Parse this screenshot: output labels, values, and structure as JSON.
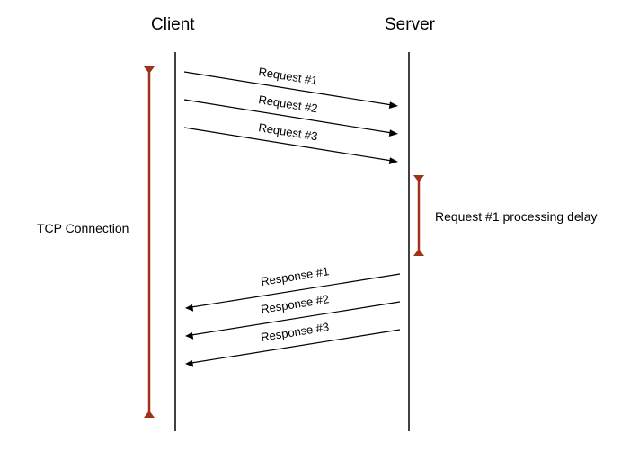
{
  "actors": {
    "client": "Client",
    "server": "Server"
  },
  "labels": {
    "tcp_connection": "TCP Connection",
    "processing_delay": "Request #1 processing delay"
  },
  "requests": [
    "Request #1",
    "Request #2",
    "Request #3"
  ],
  "responses": [
    "Response #1",
    "Response #2",
    "Response #3"
  ],
  "colors": {
    "bracket": "#a0321a",
    "line": "#000000"
  }
}
